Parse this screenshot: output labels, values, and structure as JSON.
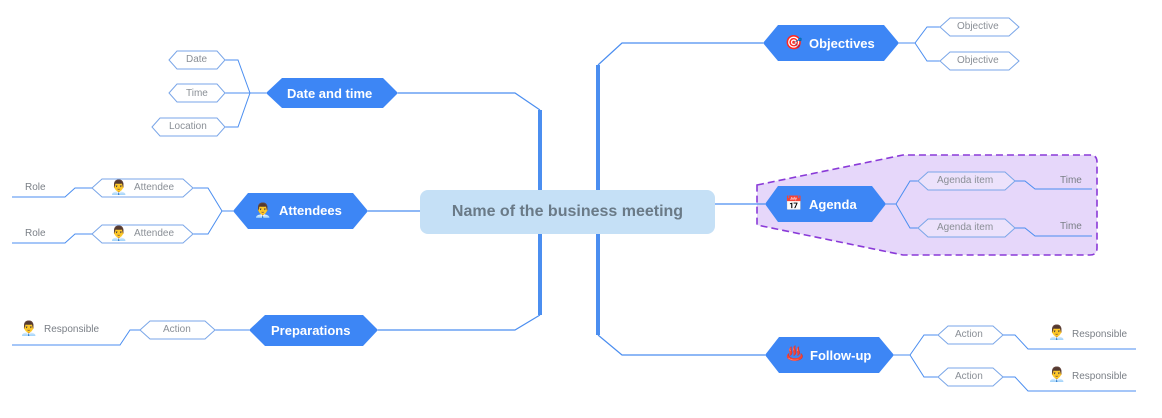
{
  "central": "Name of the business meeting",
  "date_and_time": {
    "label": "Date and time",
    "children": [
      "Date",
      "Time",
      "Location"
    ]
  },
  "attendees": {
    "label": "Attendees",
    "children": [
      {
        "label": "Attendee",
        "role": "Role"
      },
      {
        "label": "Attendee",
        "role": "Role"
      }
    ]
  },
  "preparations": {
    "label": "Preparations",
    "children": [
      {
        "label": "Action",
        "leaf": "Responsible"
      }
    ]
  },
  "objectives": {
    "label": "Objectives",
    "children": [
      "Objective",
      "Objective"
    ]
  },
  "agenda": {
    "label": "Agenda",
    "children": [
      {
        "label": "Agenda item",
        "leaf": "Time"
      },
      {
        "label": "Agenda item",
        "leaf": "Time"
      }
    ]
  },
  "follow_up": {
    "label": "Follow-up",
    "children": [
      {
        "label": "Action",
        "leaf": "Responsible"
      },
      {
        "label": "Action",
        "leaf": "Responsible"
      }
    ]
  },
  "icons": {
    "person": "person-icon",
    "target": "target-icon",
    "calendar": "calendar-icon",
    "hot-springs": "hot-springs-icon"
  },
  "colors": {
    "main_node": "#3d86f5",
    "connector": "#4b8ef0",
    "central_fill": "#c5e0f6",
    "boundary_fill": "#e6d7fa",
    "boundary_stroke": "#8a3ad8"
  }
}
